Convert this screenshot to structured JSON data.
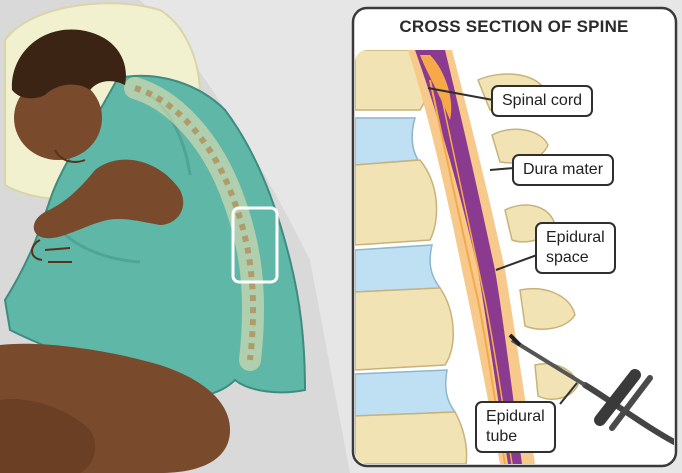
{
  "panel": {
    "title": "CROSS SECTION OF SPINE"
  },
  "labels": {
    "spinal_cord": "Spinal cord",
    "dura_mater": "Dura mater",
    "epidural_space_line1": "Epidural",
    "epidural_space_line2": "space",
    "epidural_tube_line1": "Epidural",
    "epidural_tube_line2": "tube"
  },
  "colors": {
    "gown": "#5fb7a8",
    "skin": "#7a4a2c",
    "hair": "#3b2414",
    "bone": "#f2e3b4",
    "disc": "#bfe0f2",
    "cord": "#7a2a7d",
    "space": "#f7b56c",
    "outline": "#2f2f2f"
  }
}
